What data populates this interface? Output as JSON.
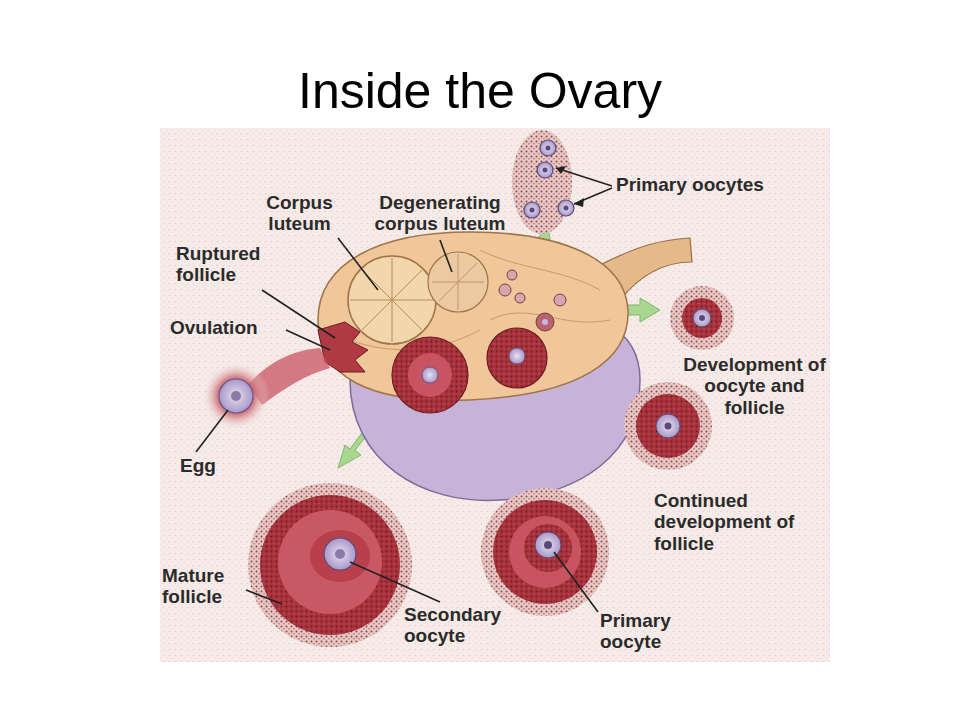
{
  "diagram": {
    "title": "Inside the Ovary",
    "labels": [
      "Primary oocytes",
      "Corpus luteum",
      "Degenerating corpus luteum",
      "Ruptured follicle",
      "Ovulation",
      "Egg",
      "Development of oocyte and follicle",
      "Continued development of follicle",
      "Mature follicle",
      "Secondary oocyte",
      "Primary oocyte"
    ]
  }
}
